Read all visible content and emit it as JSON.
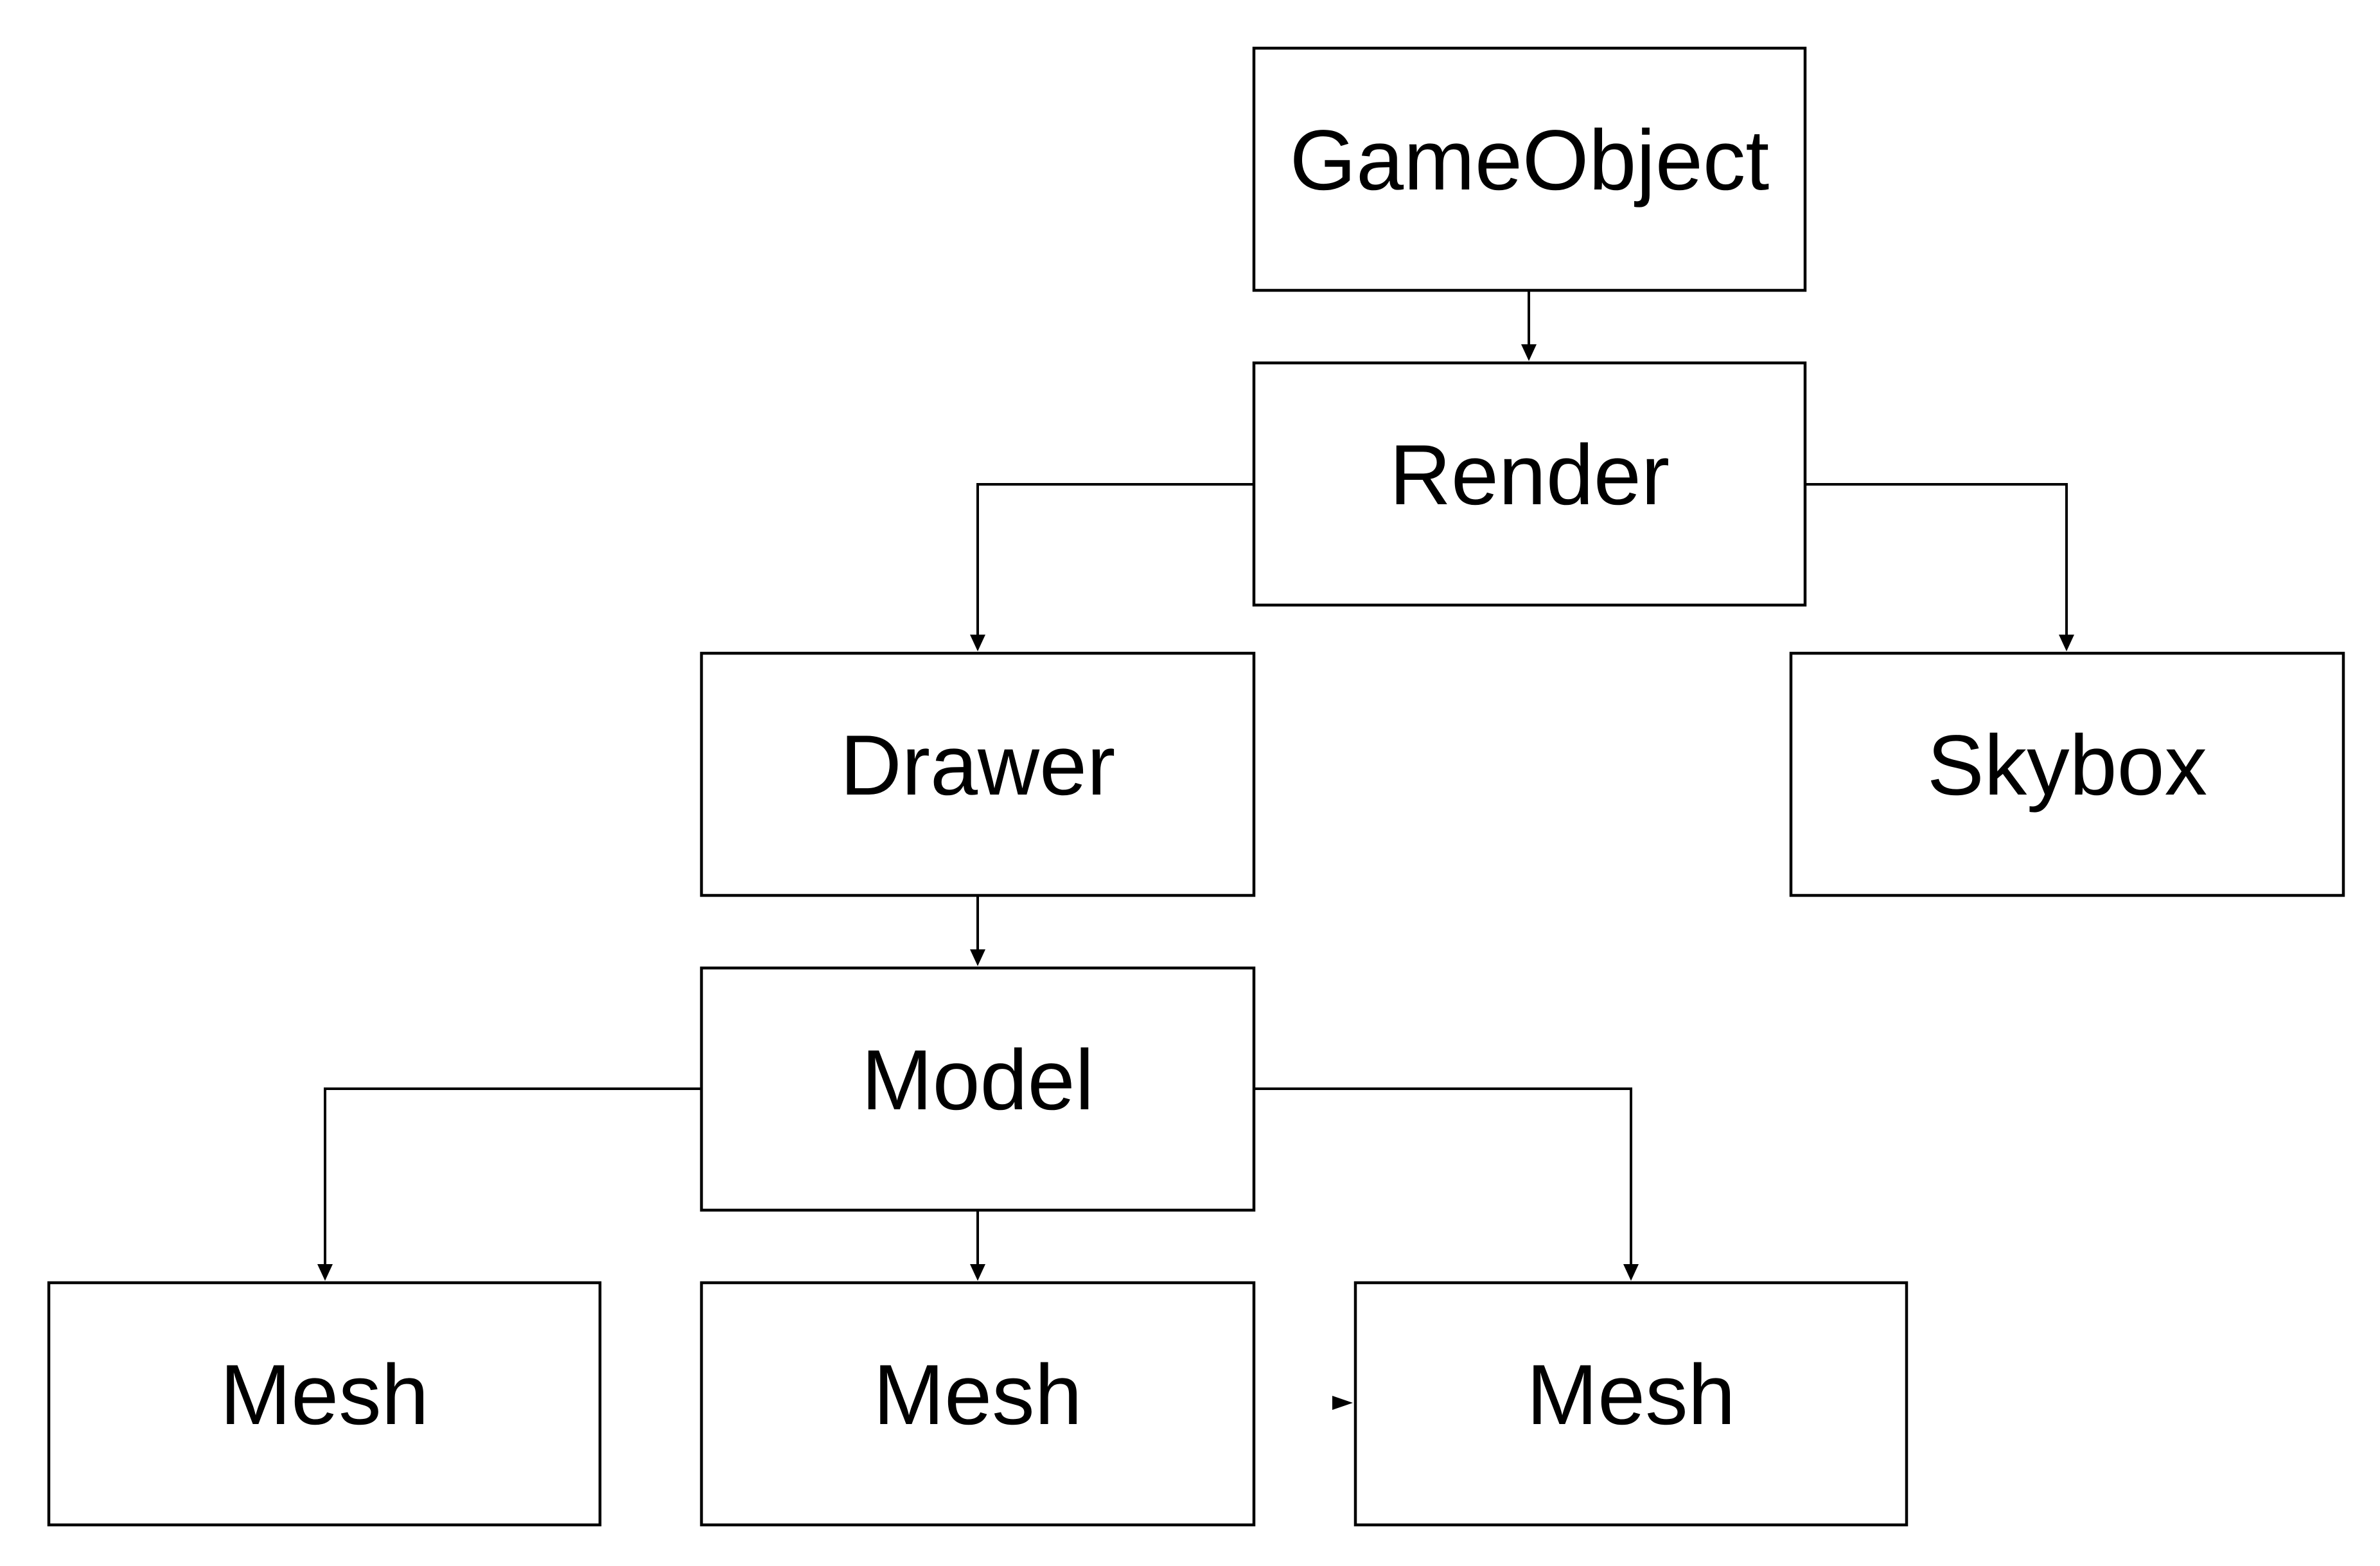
{
  "diagram": {
    "nodes": {
      "gameobject": {
        "label": "GameObject"
      },
      "render": {
        "label": "Render"
      },
      "drawer": {
        "label": "Drawer"
      },
      "skybox": {
        "label": "Skybox"
      },
      "model": {
        "label": "Model"
      },
      "mesh_1": {
        "label": "Mesh"
      },
      "mesh_2": {
        "label": "Mesh"
      },
      "mesh_3": {
        "label": "Mesh"
      }
    },
    "edges": [
      {
        "from": "gameobject",
        "to": "render"
      },
      {
        "from": "render",
        "to": "drawer"
      },
      {
        "from": "render",
        "to": "skybox"
      },
      {
        "from": "drawer",
        "to": "model"
      },
      {
        "from": "model",
        "to": "mesh_1"
      },
      {
        "from": "model",
        "to": "mesh_2"
      },
      {
        "from": "model",
        "to": "mesh_3"
      }
    ],
    "colors": {
      "stroke": "#000000",
      "fill": "#ffffff",
      "background": "#ffffff"
    }
  }
}
